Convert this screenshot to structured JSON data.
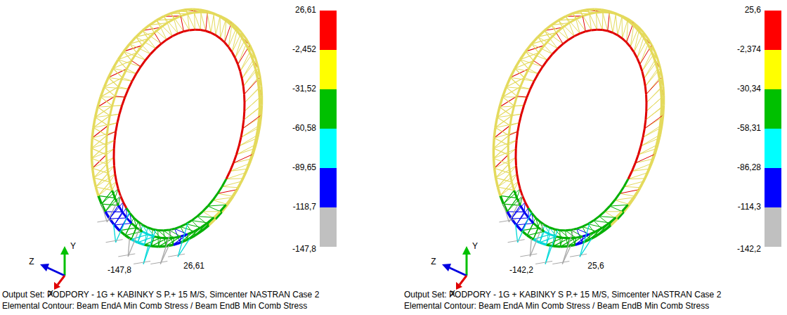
{
  "diagram": {
    "labels": [
      "26,61",
      "-2,452",
      "-31,52",
      "-60,58",
      "-89,65",
      "-118,7",
      "-147,8",
      "-147,8",
      "26,61",
      "Z",
      "Y",
      "X",
      "Output Set: PODPORY - 1G + KABINKY S P.+ 15 M/S, Simcenter NASTRAN Case 2",
      "Elemental Contour: Beam EndA Min Comb Stress / Beam EndB Min Comb Stress",
      "25,6",
      "-2,374",
      "-30,34",
      "-58,31",
      "-86,28",
      "-114,3",
      "-142,2",
      "-142,2",
      "25,6",
      "Z",
      "Y",
      "X",
      "Output Set: PODPORY - 1G + KABINKY S P.+ 15 M/S, Simcenter NASTRAN Case 2",
      "Elemental Contour: Beam EndA Min Comb Stress / Beam EndB Min Comb Stress"
    ]
  }
}
